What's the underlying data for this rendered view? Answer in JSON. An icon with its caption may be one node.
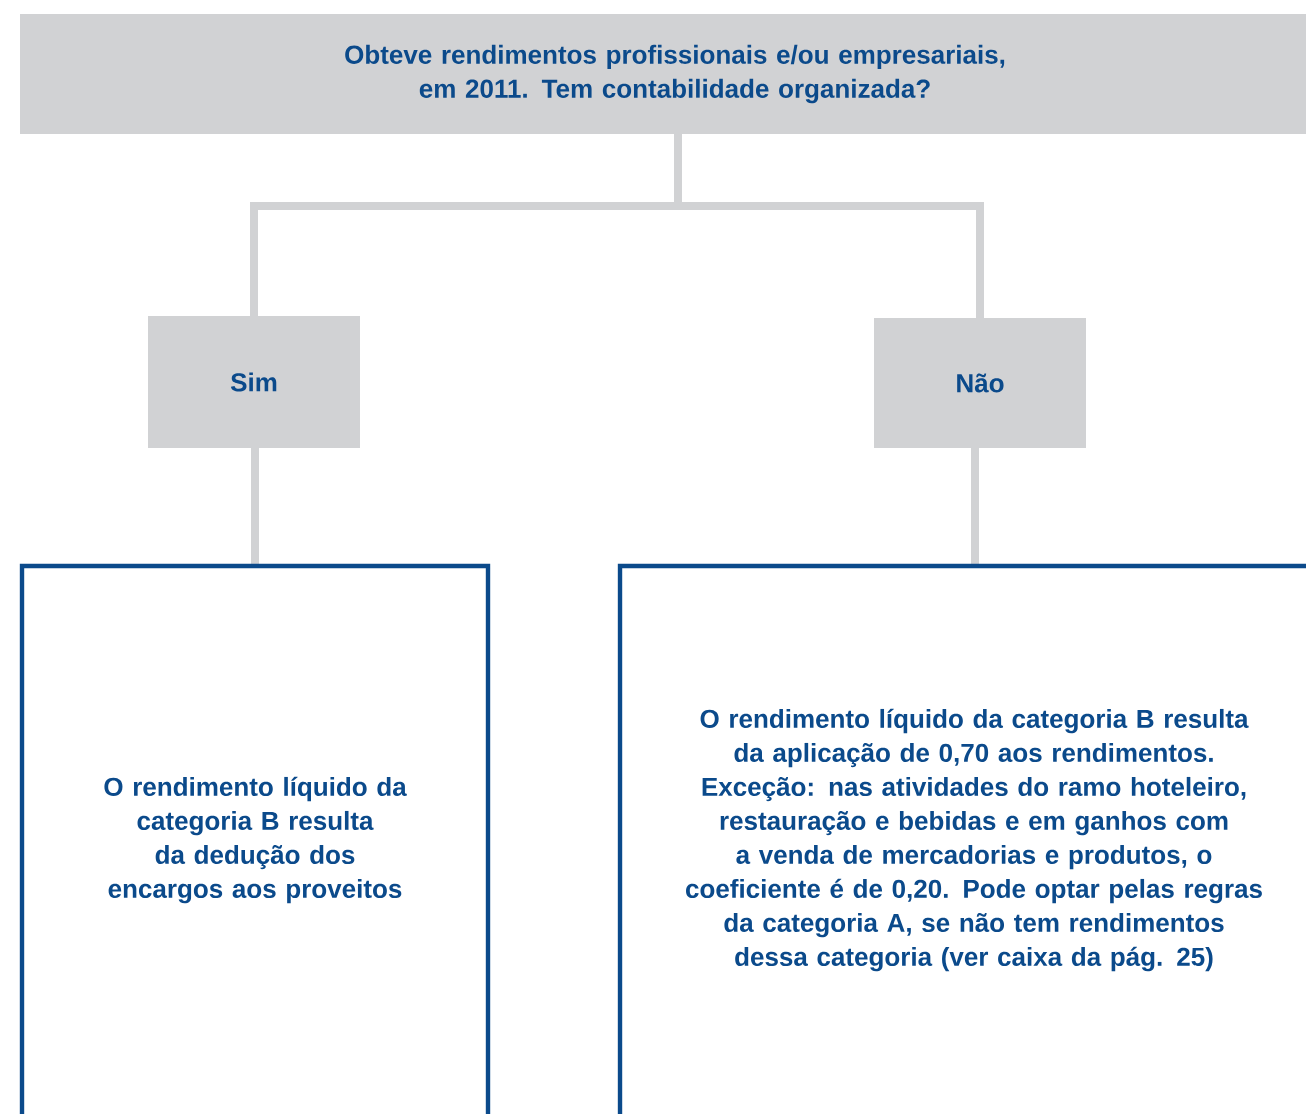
{
  "diagram": {
    "nodes": [
      {
        "text": [
          "Obteve rendimentos profissionais e/ou empresariais, em 2011. Tem contabilidade organizada?"
        ]
      },
      {
        "text": [
          "Sim"
        ]
      },
      {
        "text": [
          "Não"
        ]
      },
      {
        "text": [
          "O rendimento líquido da categoria B resulta da dedução dos encargos aos proveitos"
        ]
      },
      {
        "text": [
          "O rendimento líquido da categoria B resulta da aplicação de 0,70 aos rendimentos. Exceção: nas atividades do ramo hoteleiro, restauração e bebidas e em ganhos com a venda de mercadorias e produtos, o coeficiente é de 0,20. Pode optar pelas regras da categoria A, se não tem rendimentos dessa categoria (ver caixa da pág. 25)"
        ]
      }
    ],
    "edges": [
      {
        "from": 0,
        "to": 1,
        "arrow": "none"
      },
      {
        "from": 0,
        "to": 2,
        "arrow": "none"
      },
      {
        "from": 1,
        "to": 3,
        "arrow": "none"
      },
      {
        "from": 2,
        "to": 4,
        "arrow": "none"
      }
    ]
  }
}
